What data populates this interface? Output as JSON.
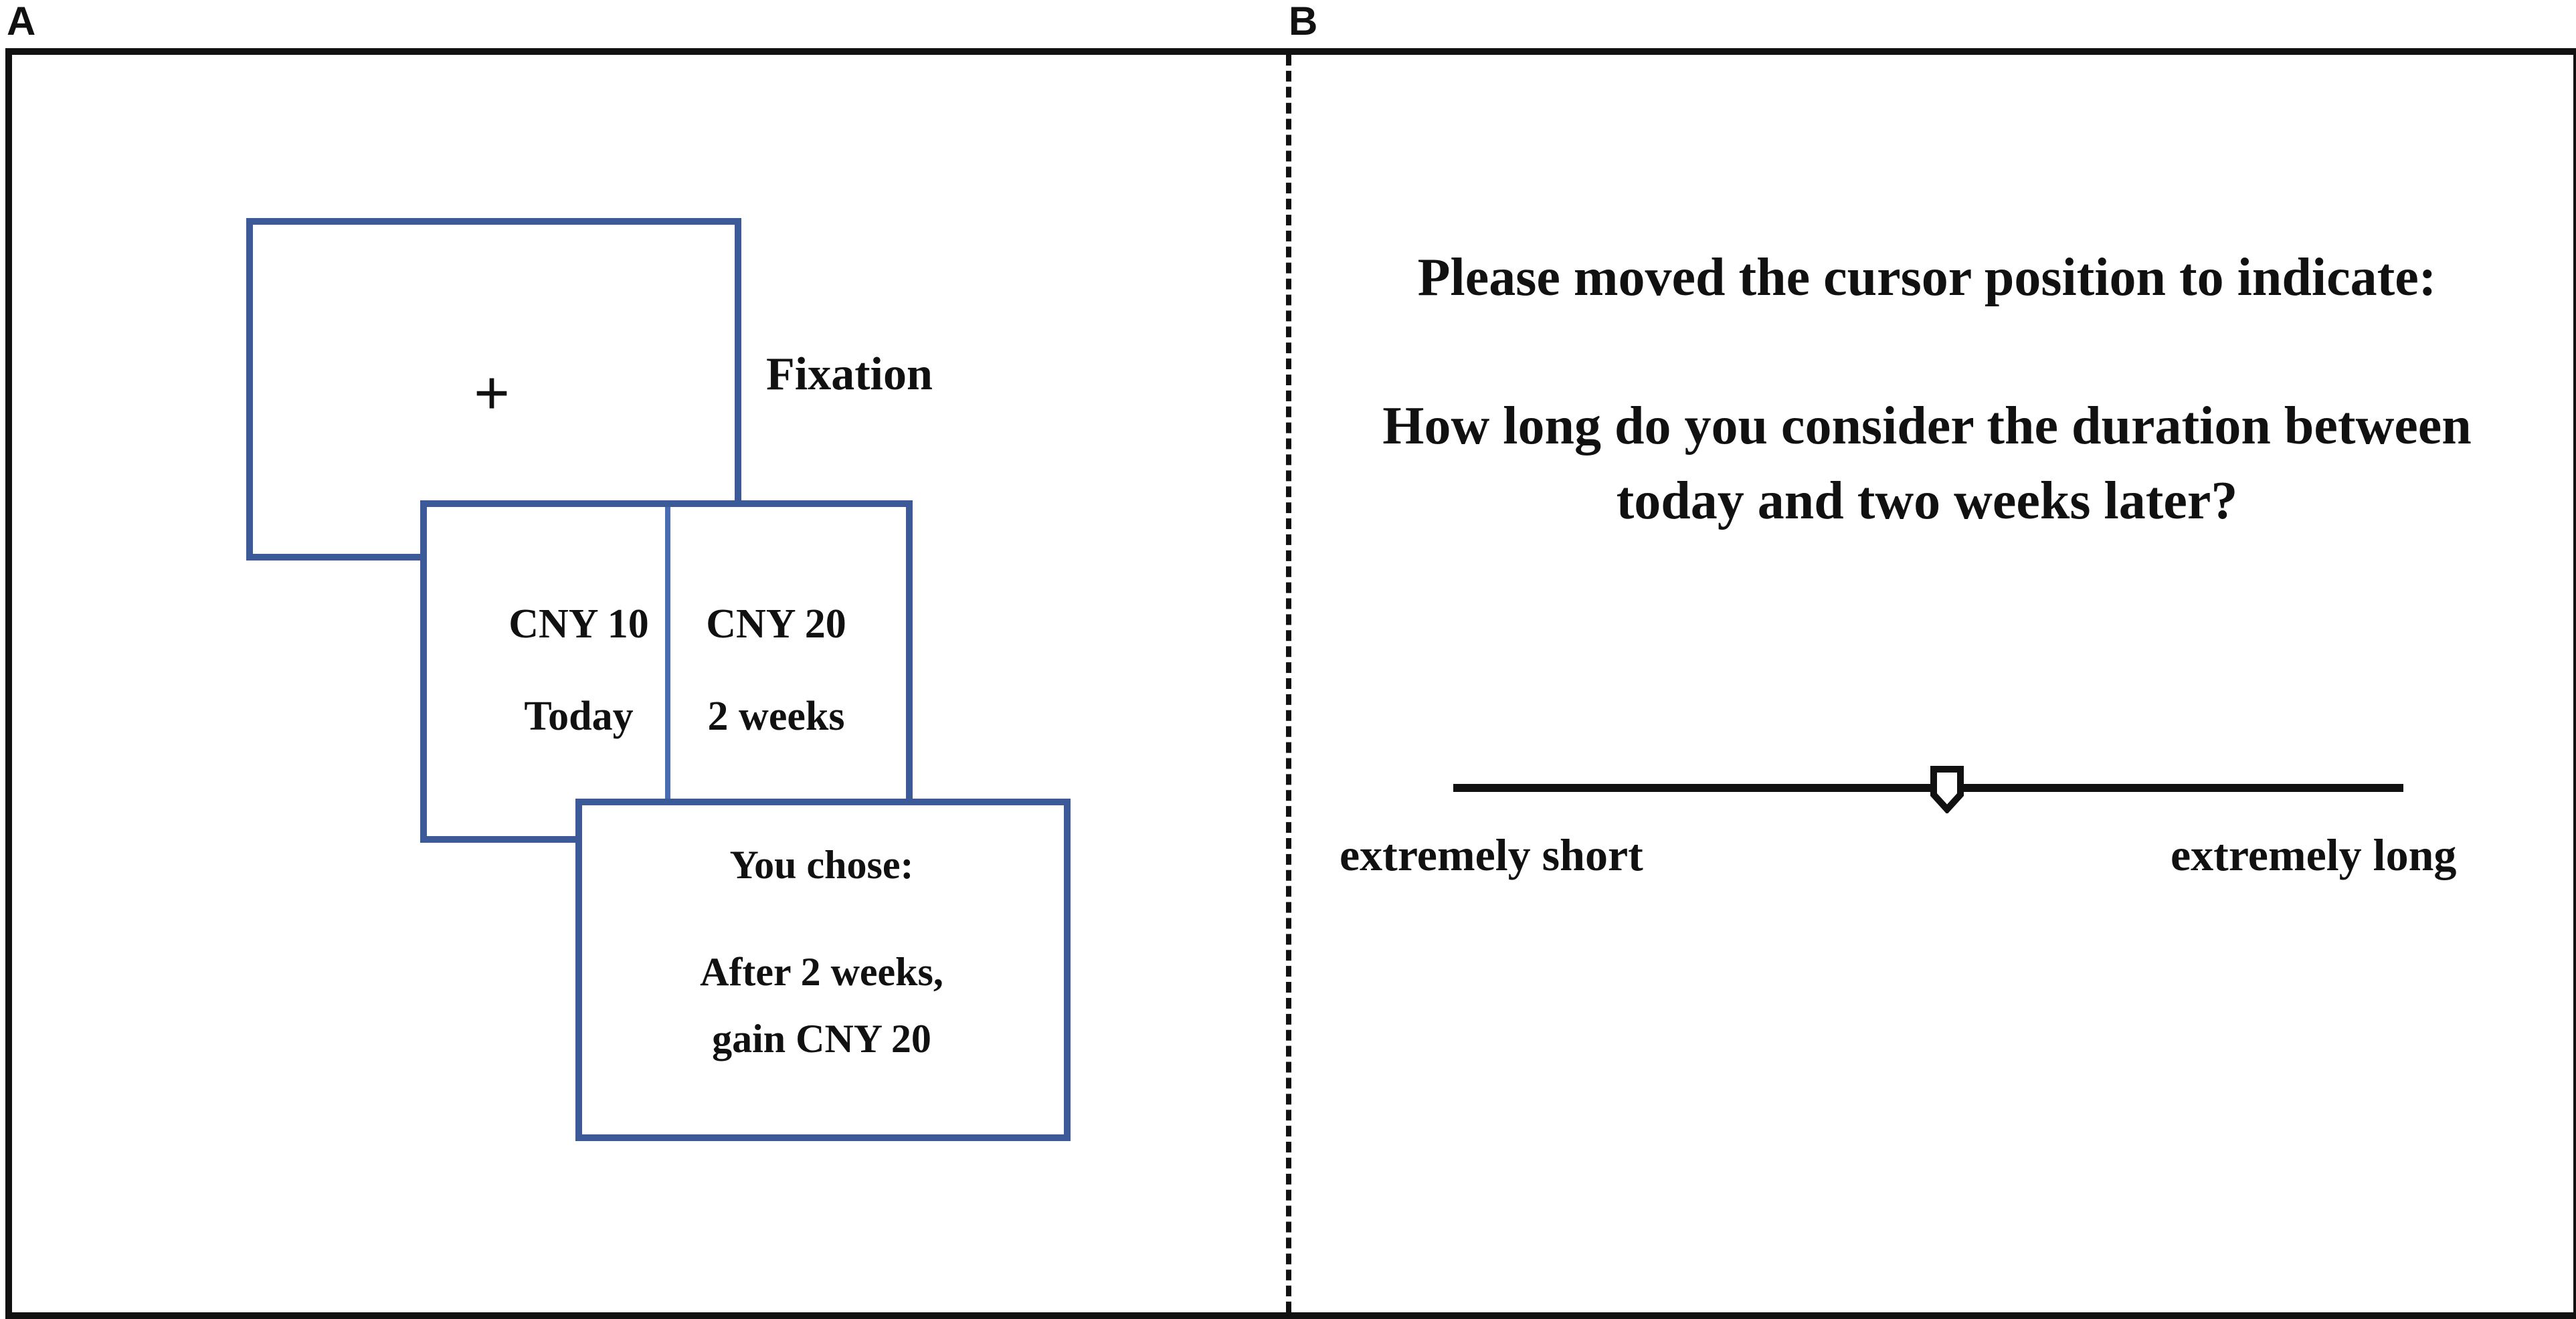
{
  "panels": {
    "a_label": "A",
    "b_label": "B"
  },
  "panel_a": {
    "fixation_symbol": "+",
    "fixation_label": "Fixation",
    "options": {
      "left_amount": "CNY 10",
      "left_delay": "Today",
      "right_amount": "CNY 20",
      "right_delay": "2 weeks"
    },
    "feedback": {
      "heading": "You chose:",
      "line1": "After 2 weeks,",
      "line2": "gain CNY 20"
    }
  },
  "panel_b": {
    "instruction": "Please moved the cursor position to indicate:",
    "question_line1": "How long do you consider the duration between",
    "question_line2": "today and two weeks later?",
    "scale_left": "extremely short",
    "scale_right": "extremely long",
    "slider_value_fraction": 0.52
  },
  "colors": {
    "frame": "#111111",
    "screen_border": "#3c5a98",
    "screen_divider": "#4a6cb2"
  },
  "icons": {
    "slider_handle": "pentagon-pointer-icon"
  }
}
